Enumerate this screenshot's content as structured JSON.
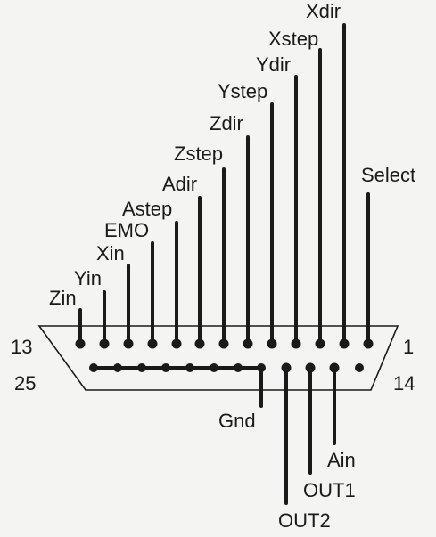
{
  "connector": {
    "pin_numbers": {
      "top_left": "13",
      "top_right": "1",
      "bottom_left": "25",
      "bottom_right": "14"
    },
    "top_pins": [
      {
        "label": "Zin"
      },
      {
        "label": "Yin"
      },
      {
        "label": "Xin"
      },
      {
        "label": "EMO"
      },
      {
        "label": "Astep"
      },
      {
        "label": "Adir"
      },
      {
        "label": "Zstep"
      },
      {
        "label": "Zdir"
      },
      {
        "label": "Ystep"
      },
      {
        "label": "Ydir"
      },
      {
        "label": "Xstep"
      },
      {
        "label": "Xdir"
      },
      {
        "label": "Select"
      }
    ],
    "bottom_signals": [
      {
        "label": "Gnd"
      },
      {
        "label": "OUT2"
      },
      {
        "label": "OUT1"
      },
      {
        "label": "Ain"
      }
    ]
  }
}
